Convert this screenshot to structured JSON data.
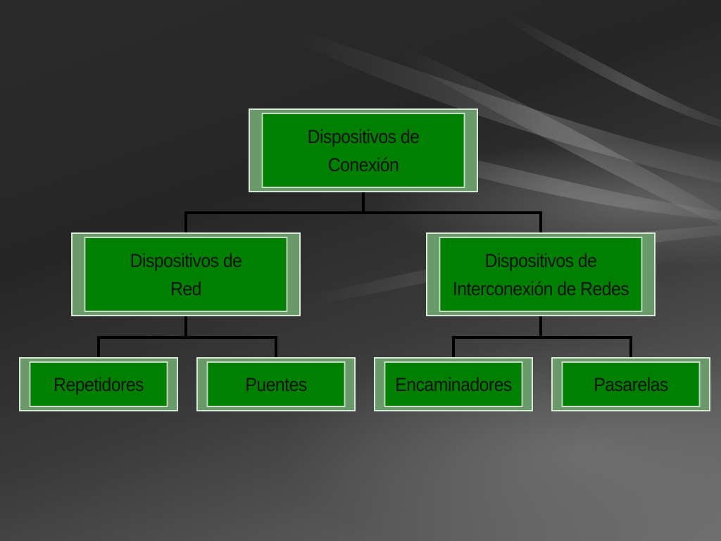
{
  "diagram": {
    "root": {
      "line1": "Dispositivos de",
      "line2": "Conexión"
    },
    "branches": [
      {
        "line1": "Dispositivos de",
        "line2": "Red",
        "children": [
          "Repetidores",
          "Puentes"
        ]
      },
      {
        "line1": "Dispositivos de",
        "line2": "Interconexión de Redes",
        "children": [
          "Encaminadores",
          "Pasarelas"
        ]
      }
    ]
  },
  "colors": {
    "box_fill": "#008000",
    "box_frame": "#6a9a6a",
    "connector": "#000000",
    "background": "#2b2b2b"
  }
}
